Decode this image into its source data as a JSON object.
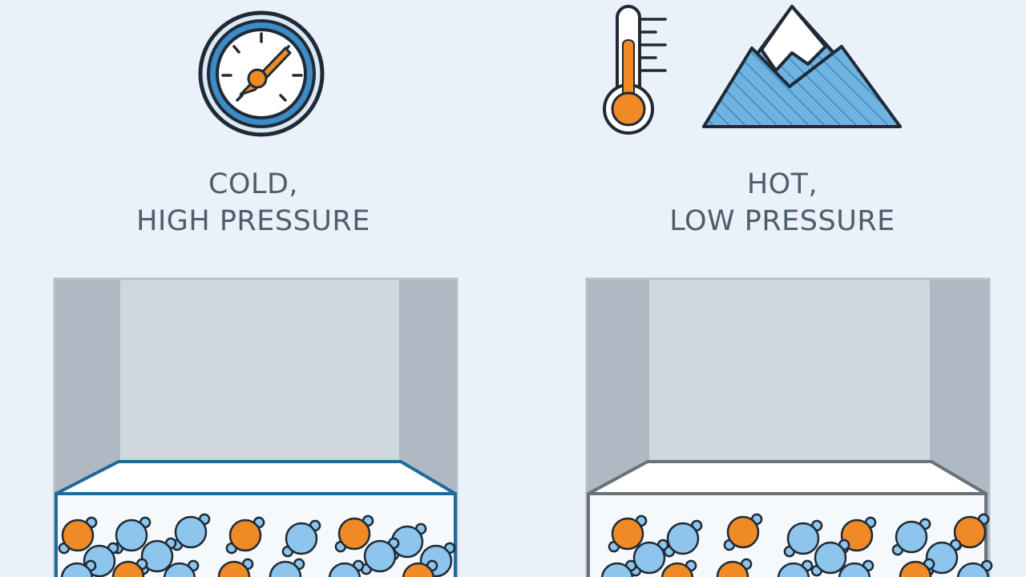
{
  "panels": [
    {
      "id": "left",
      "heading_line1": "COLD,",
      "heading_line2": "HIGH PRESSURE",
      "icons": [
        "pressure-gauge-icon"
      ]
    },
    {
      "id": "right",
      "heading_line1": "HOT,",
      "heading_line2": "LOW PRESSURE",
      "icons": [
        "thermometer-icon",
        "mountain-icon"
      ]
    }
  ],
  "colors": {
    "background": "#eaf1f8",
    "orange_molecule": "#f08a24",
    "blue_molecule": "#8ec5ec",
    "outline": "#1f2a36",
    "left_container_edge": "#1f6a9a",
    "right_container_edge": "#6b7178",
    "container_wall": "#aeb9c3",
    "container_back": "#cfd7df",
    "mountain_fill": "#6fb3e0"
  }
}
